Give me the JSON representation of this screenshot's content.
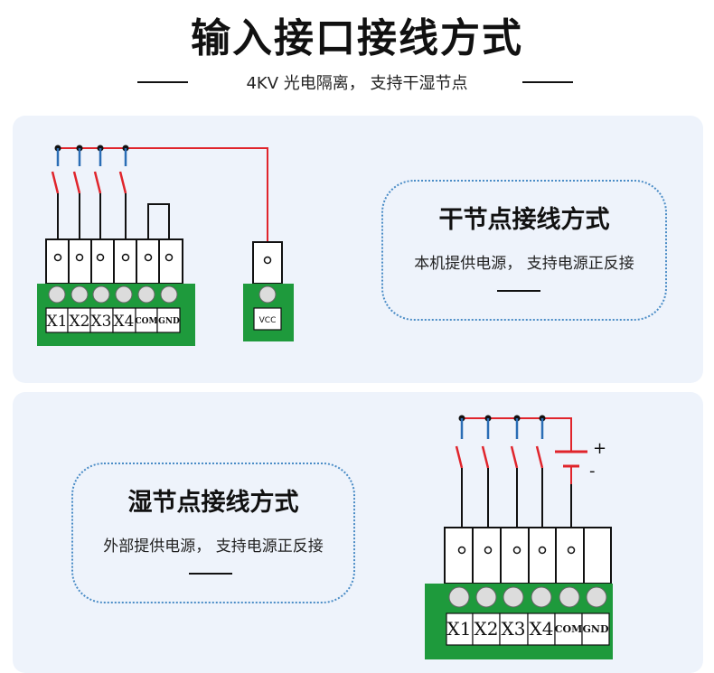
{
  "header": {
    "title": "输入接口接线方式",
    "subtitle": "4KV 光电隔离，   支持干湿节点"
  },
  "dry_section": {
    "title": "干节点接线方式",
    "description": "本机提供电源，   支持电源正反接",
    "terminal_labels": [
      "X1",
      "X2",
      "X3",
      "X4",
      "COM",
      "GND"
    ],
    "vcc_label": "VCC"
  },
  "wet_section": {
    "title": "湿节点接线方式",
    "description": "外部提供电源，   支持电源正反接",
    "terminal_labels": [
      "X1",
      "X2",
      "X3",
      "X4",
      "COM",
      "GND"
    ],
    "plus_label": "+",
    "minus_label": "-"
  },
  "colors": {
    "board_green": "#1e9a3c",
    "wire_red": "#e0242b",
    "wire_blue": "#2a6db5",
    "card_bg": "#eef3fb",
    "bubble_border": "#4a8cc6"
  }
}
